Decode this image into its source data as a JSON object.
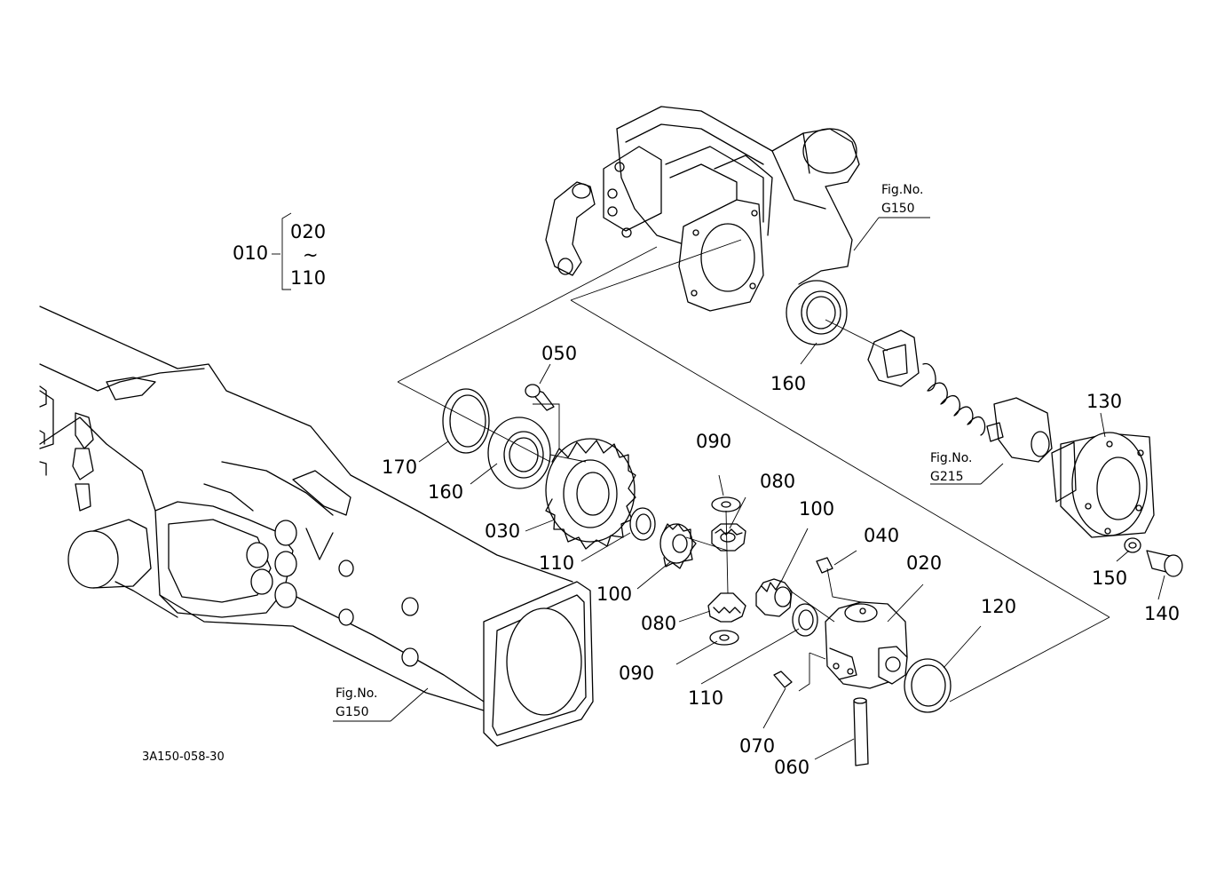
{
  "diagram": {
    "drawing_code": "3A150-058-30",
    "assembly_note": {
      "part": "010",
      "range_start": "020",
      "range_separator": "~",
      "range_end": "110"
    },
    "fig_refs": [
      {
        "prefix": "Fig.No.",
        "number": "G150"
      },
      {
        "prefix": "Fig.No.",
        "number": "G215"
      },
      {
        "prefix": "Fig.No.",
        "number": "G150"
      }
    ],
    "callouts": [
      "050",
      "170",
      "160",
      "030",
      "110",
      "090",
      "080",
      "100",
      "100",
      "080",
      "090",
      "110",
      "040",
      "020",
      "120",
      "070",
      "060",
      "160",
      "130",
      "150",
      "140"
    ]
  }
}
